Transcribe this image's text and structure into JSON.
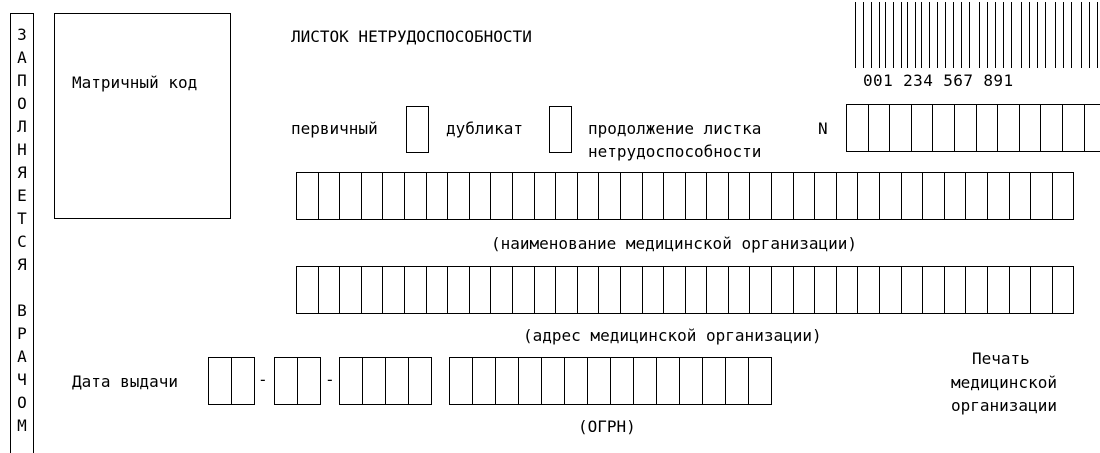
{
  "side_strip": {
    "chars": [
      "З",
      "А",
      "П",
      "О",
      "Л",
      "Н",
      "Я",
      "Е",
      "Т",
      "С",
      "Я",
      "",
      "В",
      "Р",
      "А",
      "Ч",
      "О",
      "М"
    ]
  },
  "matrix": {
    "label": "Матричный код"
  },
  "header": {
    "title": "ЛИСТОК НЕТРУДОСПОСОБНОСТИ"
  },
  "barcode": {
    "number": "001 234 567 891"
  },
  "type_options": {
    "primary": "первичный",
    "duplicate": "дубликат",
    "continuation_line1": "продолжение листка",
    "continuation_line2": "нетрудоспособности",
    "number_label": "N"
  },
  "org_name": {
    "caption": "(наименование медицинской организации)"
  },
  "org_address": {
    "caption": "(адрес медицинской организации)"
  },
  "issue_date": {
    "label": "Дата выдачи",
    "separator": "-"
  },
  "ogrn": {
    "caption": "(ОГРН)"
  },
  "stamp": {
    "line1": "Печать",
    "line2": "медицинской",
    "line3": "организации"
  }
}
